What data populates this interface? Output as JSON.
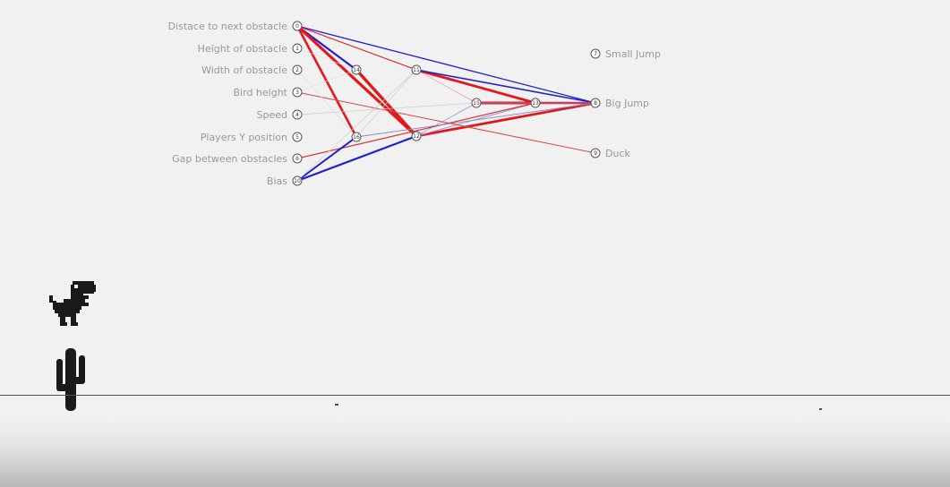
{
  "network": {
    "inputs": [
      {
        "id": "0",
        "label": "Distace to next obstacle"
      },
      {
        "id": "1",
        "label": "Height of obstacle"
      },
      {
        "id": "2",
        "label": "Width of obstacle"
      },
      {
        "id": "3",
        "label": "Bird height"
      },
      {
        "id": "4",
        "label": "Speed"
      },
      {
        "id": "5",
        "label": "Players Y position"
      },
      {
        "id": "6",
        "label": "Gap between obstacles"
      },
      {
        "id": "10",
        "label": "Bias"
      }
    ],
    "hidden": [
      {
        "id": "14"
      },
      {
        "id": "16"
      },
      {
        "id": "11"
      },
      {
        "id": "12"
      },
      {
        "id": "15"
      },
      {
        "id": "13"
      }
    ],
    "outputs": [
      {
        "id": "7",
        "label": "Small Jump"
      },
      {
        "id": "8",
        "label": "Big Jump"
      },
      {
        "id": "9",
        "label": "Duck"
      }
    ],
    "connections": [
      {
        "from": "0",
        "to": "8",
        "color": "#2222cc",
        "weight": 1.3
      },
      {
        "from": "0",
        "to": "14",
        "color": "#2222cc",
        "weight": 2.2
      },
      {
        "from": "0",
        "to": "12",
        "color": "#e01a1a",
        "weight": 3.2
      },
      {
        "from": "0",
        "to": "16",
        "color": "#e01a1a",
        "weight": 2.6
      },
      {
        "from": "0",
        "to": "11",
        "color": "#e01a1a",
        "weight": 1.0
      },
      {
        "from": "14",
        "to": "12",
        "color": "#e01a1a",
        "weight": 3.4
      },
      {
        "from": "11",
        "to": "13",
        "color": "#e01a1a",
        "weight": 2.8
      },
      {
        "from": "11",
        "to": "8",
        "color": "#2222cc",
        "weight": 1.6
      },
      {
        "from": "11",
        "to": "15",
        "color": "#e88a8a",
        "weight": 0.6
      },
      {
        "from": "15",
        "to": "13",
        "color": "#e01a1a",
        "weight": 3.0
      },
      {
        "from": "13",
        "to": "8",
        "color": "#e01a1a",
        "weight": 2.4
      },
      {
        "from": "15",
        "to": "8",
        "color": "#8888dd",
        "weight": 0.7
      },
      {
        "from": "12",
        "to": "8",
        "color": "#e01a1a",
        "weight": 2.8
      },
      {
        "from": "12",
        "to": "13",
        "color": "#9999dd",
        "weight": 1.0
      },
      {
        "from": "12",
        "to": "15",
        "color": "#9999dd",
        "weight": 0.8
      },
      {
        "from": "3",
        "to": "9",
        "color": "#dd4444",
        "weight": 1.0
      },
      {
        "from": "6",
        "to": "13",
        "color": "#dd3333",
        "weight": 1.2
      },
      {
        "from": "10",
        "to": "12",
        "color": "#2222cc",
        "weight": 2.2
      },
      {
        "from": "10",
        "to": "16",
        "color": "#2222cc",
        "weight": 2.0
      },
      {
        "from": "16",
        "to": "8",
        "color": "#8888cc",
        "weight": 0.9
      },
      {
        "from": "4",
        "to": "15",
        "color": "#cccccc",
        "weight": 0.7
      },
      {
        "from": "10",
        "to": "11",
        "color": "#cccccc",
        "weight": 0.7
      },
      {
        "from": "16",
        "to": "11",
        "color": "#cccccc",
        "weight": 0.7
      },
      {
        "from": "2",
        "to": "16",
        "color": "#dddddd",
        "weight": 0.7
      },
      {
        "from": "3",
        "to": "14",
        "color": "#dddddd",
        "weight": 0.6
      },
      {
        "from": "1",
        "to": "14",
        "color": "#dddddd",
        "weight": 0.6
      }
    ]
  },
  "game": {
    "player": "dino-sprite",
    "obstacle": "cactus-sprite",
    "ground_color": "#535353"
  }
}
